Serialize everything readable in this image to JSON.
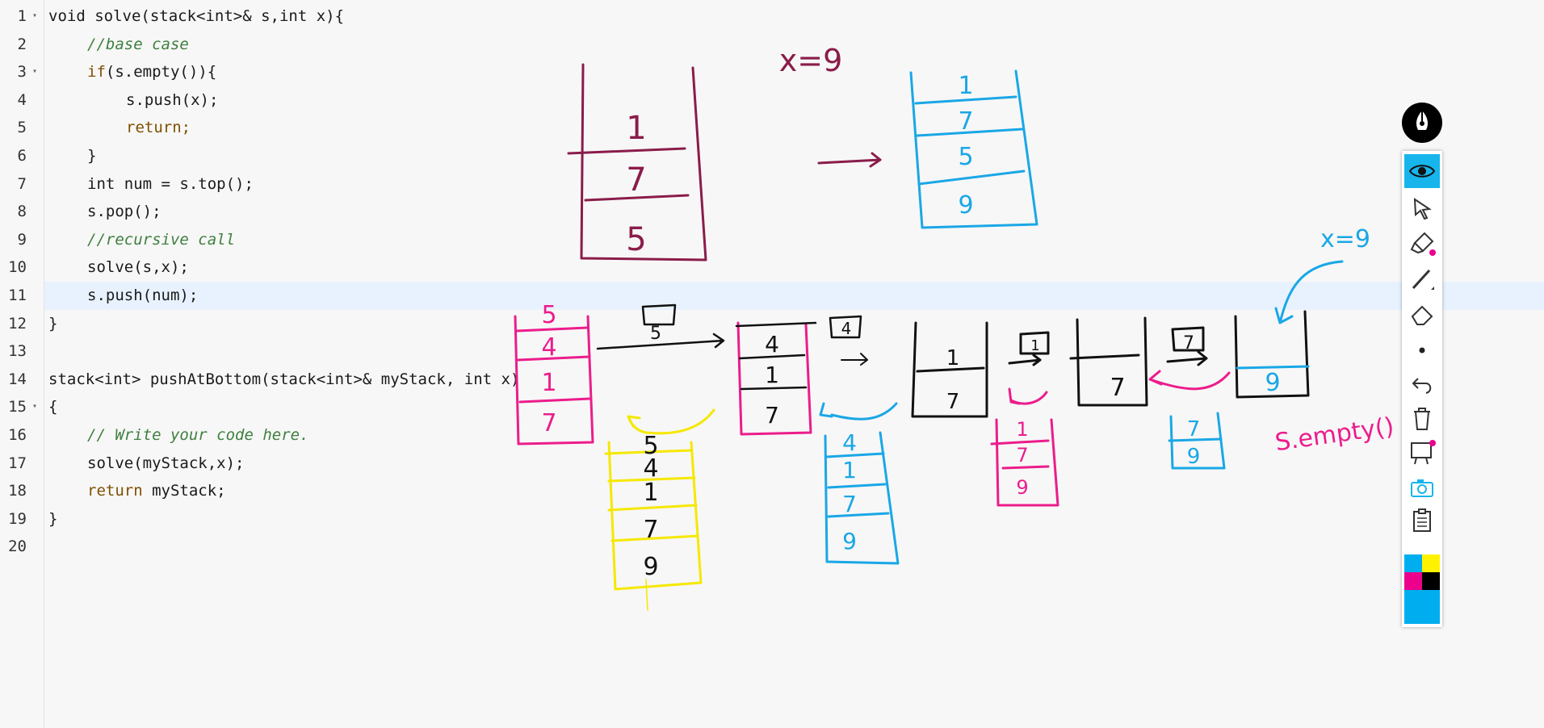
{
  "editor": {
    "active_line": 11,
    "lines": [
      {
        "n": "1",
        "fold": true,
        "indent": 0,
        "text": "void solve(stack<int>& s,int x){",
        "type": "code"
      },
      {
        "n": "2",
        "fold": false,
        "indent": 1,
        "text": "//base case",
        "type": "comment"
      },
      {
        "n": "3",
        "fold": true,
        "indent": 1,
        "text": "if(s.empty()){",
        "type": "code"
      },
      {
        "n": "4",
        "fold": false,
        "indent": 2,
        "text": "s.push(x);",
        "type": "code"
      },
      {
        "n": "5",
        "fold": false,
        "indent": 2,
        "text": "return;",
        "type": "keyword"
      },
      {
        "n": "6",
        "fold": false,
        "indent": 1,
        "text": "}",
        "type": "code"
      },
      {
        "n": "7",
        "fold": false,
        "indent": 1,
        "text": "int num = s.top();",
        "type": "code"
      },
      {
        "n": "8",
        "fold": false,
        "indent": 1,
        "text": "s.pop();",
        "type": "code"
      },
      {
        "n": "9",
        "fold": false,
        "indent": 1,
        "text": "//recursive call",
        "type": "comment"
      },
      {
        "n": "10",
        "fold": false,
        "indent": 1,
        "text": "solve(s,x);",
        "type": "code"
      },
      {
        "n": "11",
        "fold": false,
        "indent": 1,
        "text": "s.push(num);",
        "type": "code"
      },
      {
        "n": "12",
        "fold": false,
        "indent": 0,
        "text": "}",
        "type": "code"
      },
      {
        "n": "13",
        "fold": false,
        "indent": 0,
        "text": "",
        "type": "code"
      },
      {
        "n": "14",
        "fold": false,
        "indent": 0,
        "text": "stack<int> pushAtBottom(stack<int>& myStack, int x)",
        "type": "code"
      },
      {
        "n": "15",
        "fold": true,
        "indent": 0,
        "text": "{",
        "type": "code"
      },
      {
        "n": "16",
        "fold": false,
        "indent": 1,
        "text": "// Write your code here.",
        "type": "comment"
      },
      {
        "n": "17",
        "fold": false,
        "indent": 1,
        "text": "solve(myStack,x);",
        "type": "code"
      },
      {
        "n": "18",
        "fold": false,
        "indent": 1,
        "text": "return myStack;",
        "type": "return"
      },
      {
        "n": "19",
        "fold": false,
        "indent": 0,
        "text": "}",
        "type": "code"
      },
      {
        "n": "20",
        "fold": false,
        "indent": 0,
        "text": "",
        "type": "code"
      }
    ]
  },
  "annotations": {
    "x_eq_9_top": "x=9",
    "x_eq_9_right": "x=9",
    "s_empty": "S.empty()",
    "stack_initial": [
      "1",
      "7",
      "5"
    ],
    "stack_result": [
      "1",
      "7",
      "5",
      "9"
    ],
    "stack_pink": [
      "5",
      "4",
      "1",
      "7"
    ],
    "stack_yellow": [
      "5",
      "4",
      "1",
      "7",
      "9"
    ],
    "box_5": "5",
    "box_4": "4",
    "box_1": "1",
    "box_7": "7",
    "stack_a": [
      "4",
      "1",
      "7"
    ],
    "stack_a_blue": [
      "4",
      "1",
      "7",
      "9"
    ],
    "stack_b": [
      "1",
      "7"
    ],
    "stack_b_pink": [
      "1",
      "7",
      "9"
    ],
    "stack_c": [
      "7"
    ],
    "stack_c_blue": [
      "7",
      "9"
    ],
    "stack_d": [
      "9"
    ]
  },
  "toolbar": {
    "tools": [
      "eye-icon",
      "pointer-icon",
      "marker-icon",
      "line-icon",
      "eraser-icon",
      "dot-icon",
      "undo-icon",
      "trash-icon",
      "board-icon",
      "camera-icon",
      "clipboard-icon"
    ],
    "selected": "eye-icon",
    "colors": {
      "cyan": "#00aeef",
      "yellow": "#fff200",
      "magenta": "#ec008c",
      "black": "#000000",
      "active": "#00aeef"
    }
  },
  "colors": {
    "maroon": "#8a1c4a",
    "cyan": "#1aa7e6",
    "pink": "#ec1c8c",
    "yellow": "#f5e800",
    "black": "#111111",
    "comment": "#3f7f3f",
    "keyword": "#7f4f00"
  }
}
